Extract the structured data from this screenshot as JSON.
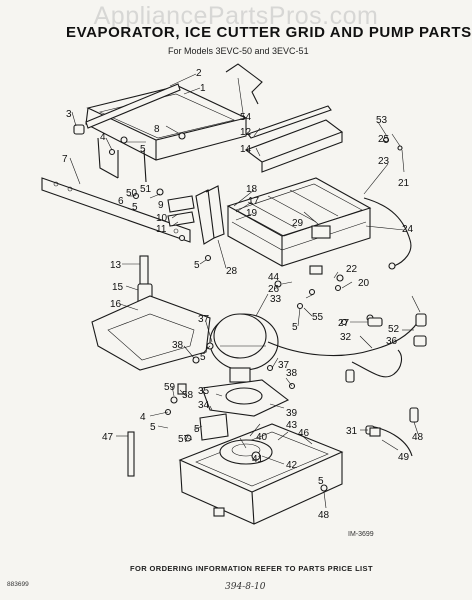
{
  "watermark": "AppliancePartsPros.com",
  "title": "EVAPORATOR, ICE CUTTER GRID AND PUMP PARTS",
  "subtitle": "For Models 3EVC-50 and 3EVC-51",
  "diagram_code": "IM-3699",
  "corner_code": "883699",
  "footer": "FOR ORDERING INFORMATION REFER TO PARTS PRICE LIST",
  "handwritten_note": "394-8-10",
  "parts": {
    "p1": "1",
    "p2": "2",
    "p3": "3",
    "p4": "4",
    "p5": "5",
    "p6": "6",
    "p7": "7",
    "p8": "8",
    "p9": "9",
    "p10": "10",
    "p11": "11",
    "p12": "12",
    "p13": "13",
    "p14": "14",
    "p15": "15",
    "p16": "16",
    "p17": "17",
    "p18": "18",
    "p19": "19",
    "p20": "20",
    "p21": "21",
    "p22": "22",
    "p23": "23",
    "p24": "24",
    "p25": "25",
    "p26": "26",
    "p27": "27",
    "p28": "28",
    "p29": "29",
    "p31": "31",
    "p32": "32",
    "p33": "33",
    "p34": "34",
    "p35": "35",
    "p36": "36",
    "p37": "37",
    "p38": "38",
    "p39": "39",
    "p40": "40",
    "p41": "41",
    "p42": "42",
    "p43": "43",
    "p44": "44",
    "p46": "46",
    "p47": "47",
    "p48": "48",
    "p49": "49",
    "p50": "50",
    "p51": "51",
    "p52": "52",
    "p53": "53",
    "p54": "54",
    "p55": "55",
    "p57": "57",
    "p58": "58",
    "p59": "59"
  }
}
